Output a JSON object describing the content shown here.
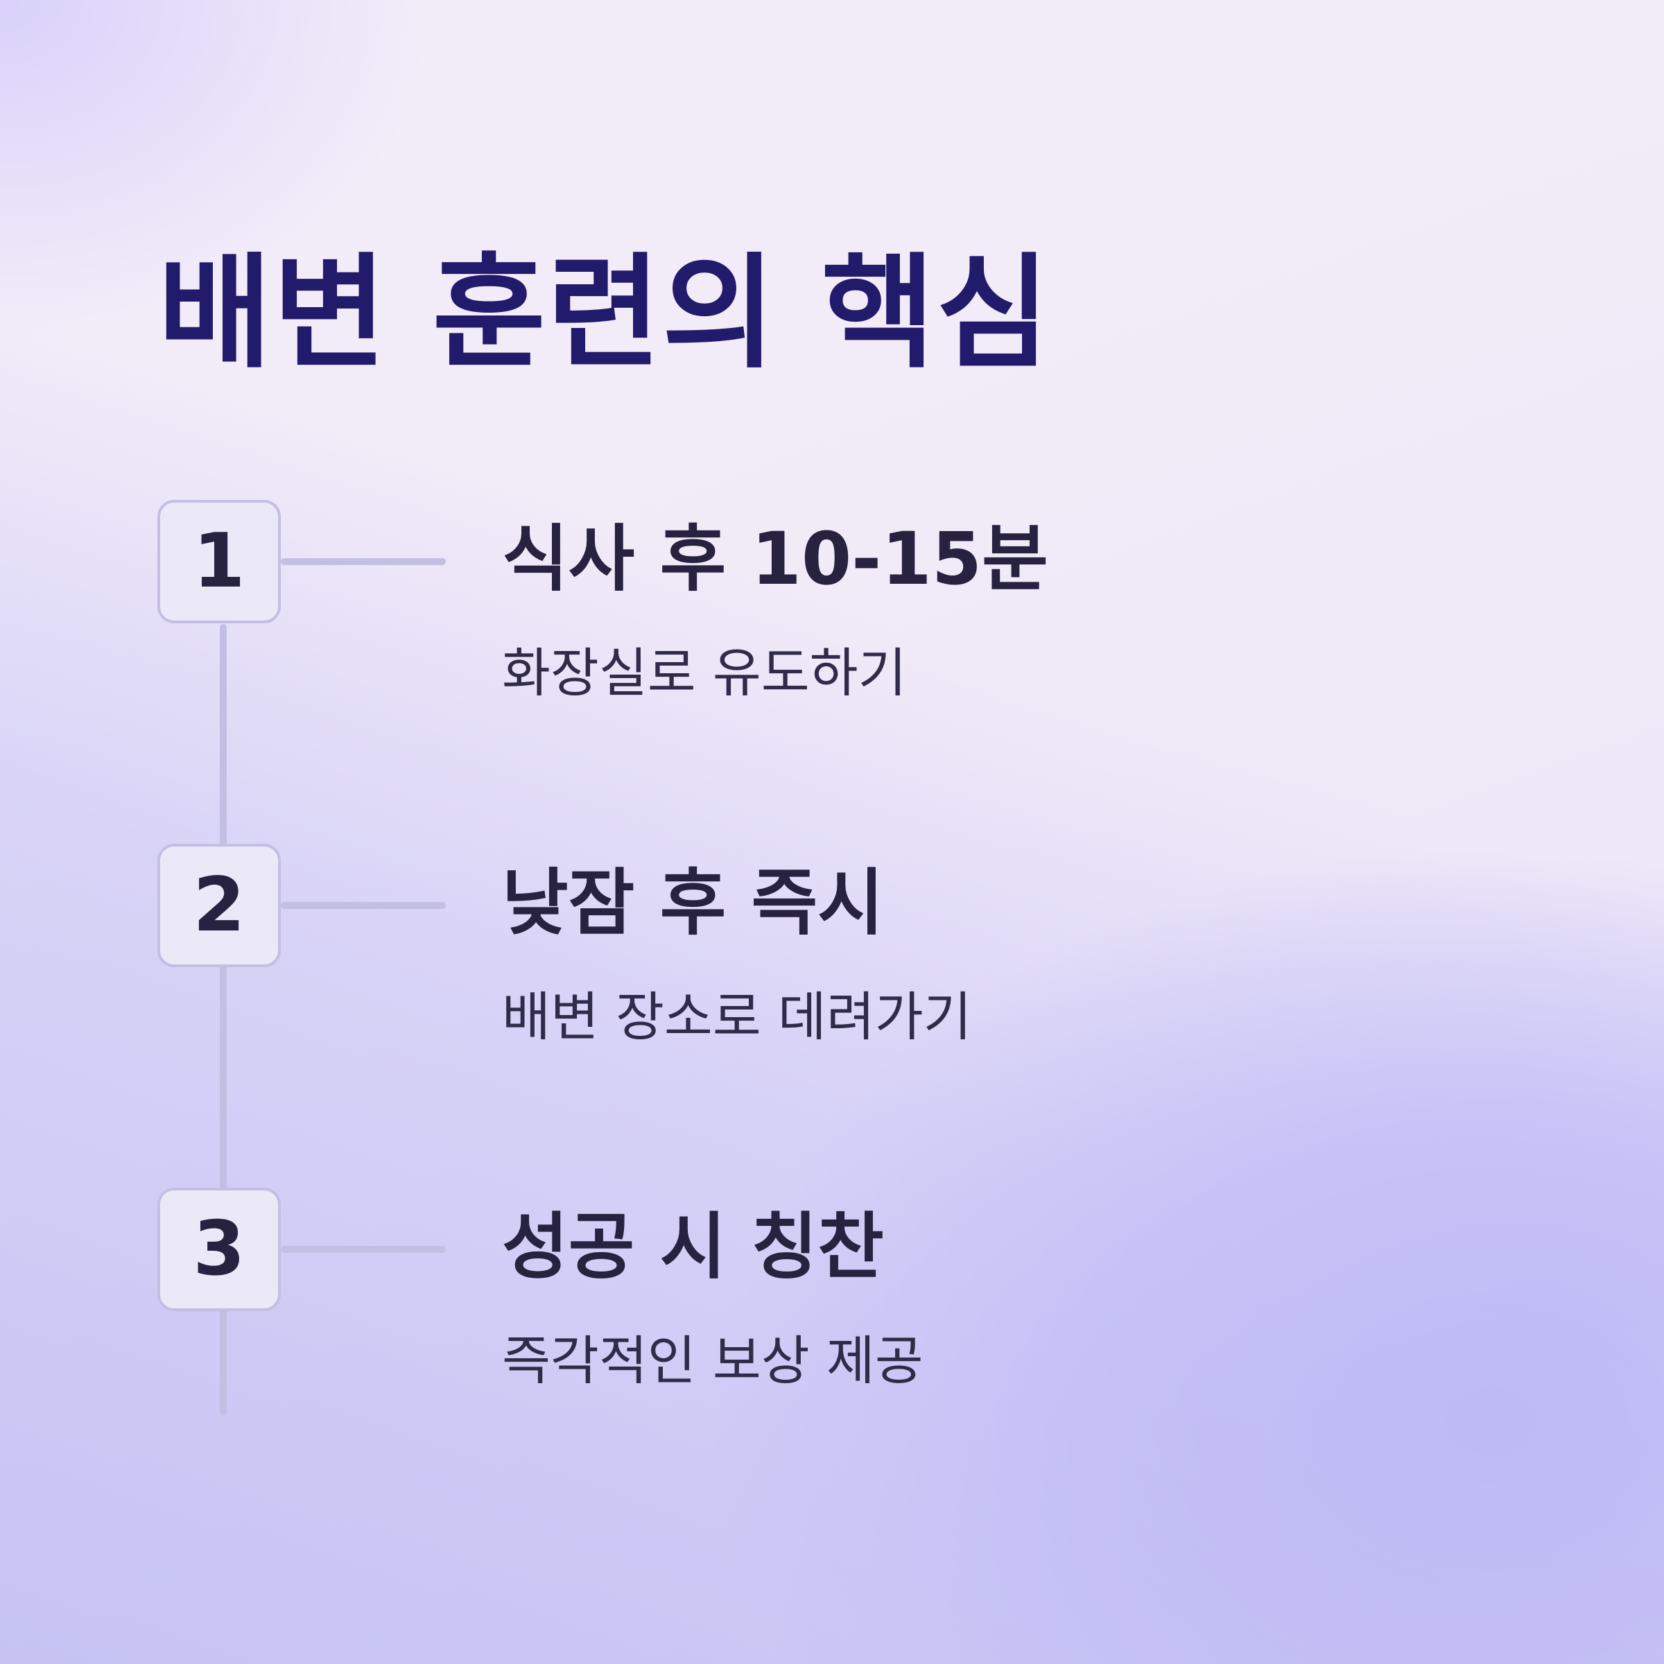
{
  "title": "배변 훈련의 핵심",
  "steps": [
    {
      "number": "1",
      "title": "식사 후 10-15분",
      "description": "화장실로 유도하기"
    },
    {
      "number": "2",
      "title": "낮잠 후 즉시",
      "description": "배변 장소로 데려가기"
    },
    {
      "number": "3",
      "title": "성공 시 칭찬",
      "description": "즉각적인 보상 제공"
    }
  ],
  "colors": {
    "title": "#221a6b",
    "text": "#26223f",
    "line": "#c3bfe2",
    "box_fill": "#ebe9f7"
  }
}
